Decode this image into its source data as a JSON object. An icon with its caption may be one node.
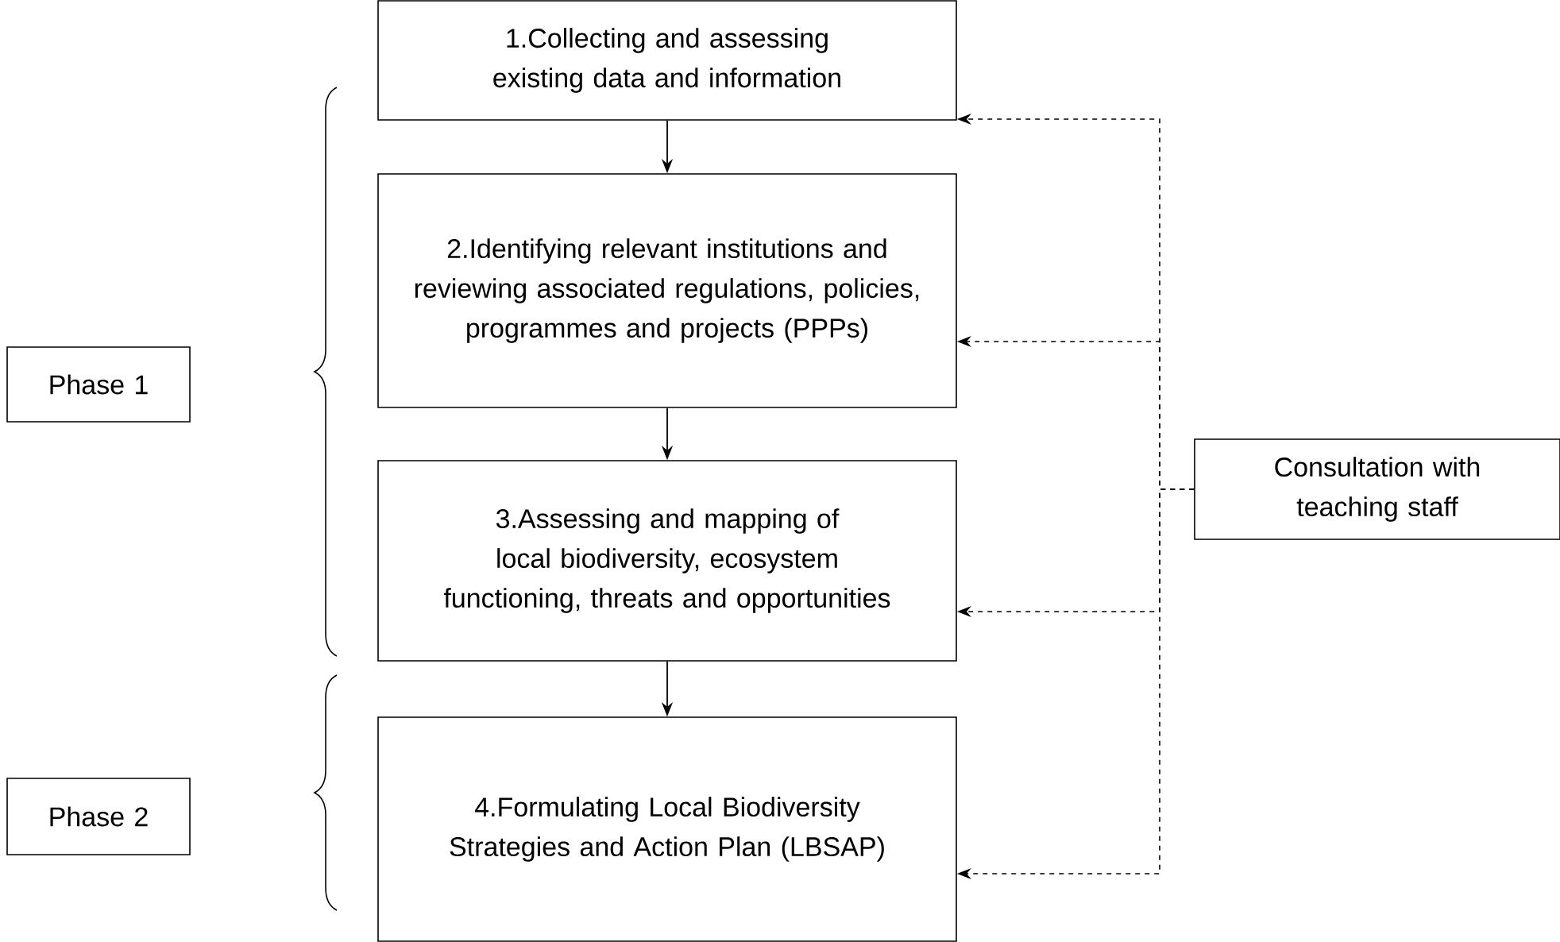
{
  "diagram": {
    "nodes": [
      {
        "text": [
          "1.Collecting and assessing existing data and information"
        ]
      },
      {
        "text": [
          "2.Identifying relevant institutions and reviewing associated regulations, policies, programmes and projects (PPPs)"
        ]
      },
      {
        "text": [
          "3.Assessing and mapping of local biodiversity, ecosystem functioning, threats and opportunities"
        ]
      },
      {
        "text": [
          "4.Formulating Local Biodiversity Strategies and Action Plan (LBSAP)"
        ]
      },
      {
        "text": [
          "Phase 1"
        ]
      },
      {
        "text": [
          "Phase 2"
        ]
      },
      {
        "text": [
          "Consultation with teaching staff"
        ]
      }
    ],
    "edges": [
      {
        "from": 0,
        "to": 1,
        "arrow": "to"
      },
      {
        "from": 1,
        "to": 2,
        "arrow": "to"
      },
      {
        "from": 2,
        "to": 3,
        "arrow": "to"
      },
      {
        "from": 6,
        "to": 0,
        "arrow": "to",
        "style": "dashed"
      },
      {
        "from": 6,
        "to": 1,
        "arrow": "to",
        "style": "dashed"
      },
      {
        "from": 6,
        "to": 2,
        "arrow": "to",
        "style": "dashed"
      },
      {
        "from": 6,
        "to": 3,
        "arrow": "to",
        "style": "dashed"
      }
    ]
  }
}
